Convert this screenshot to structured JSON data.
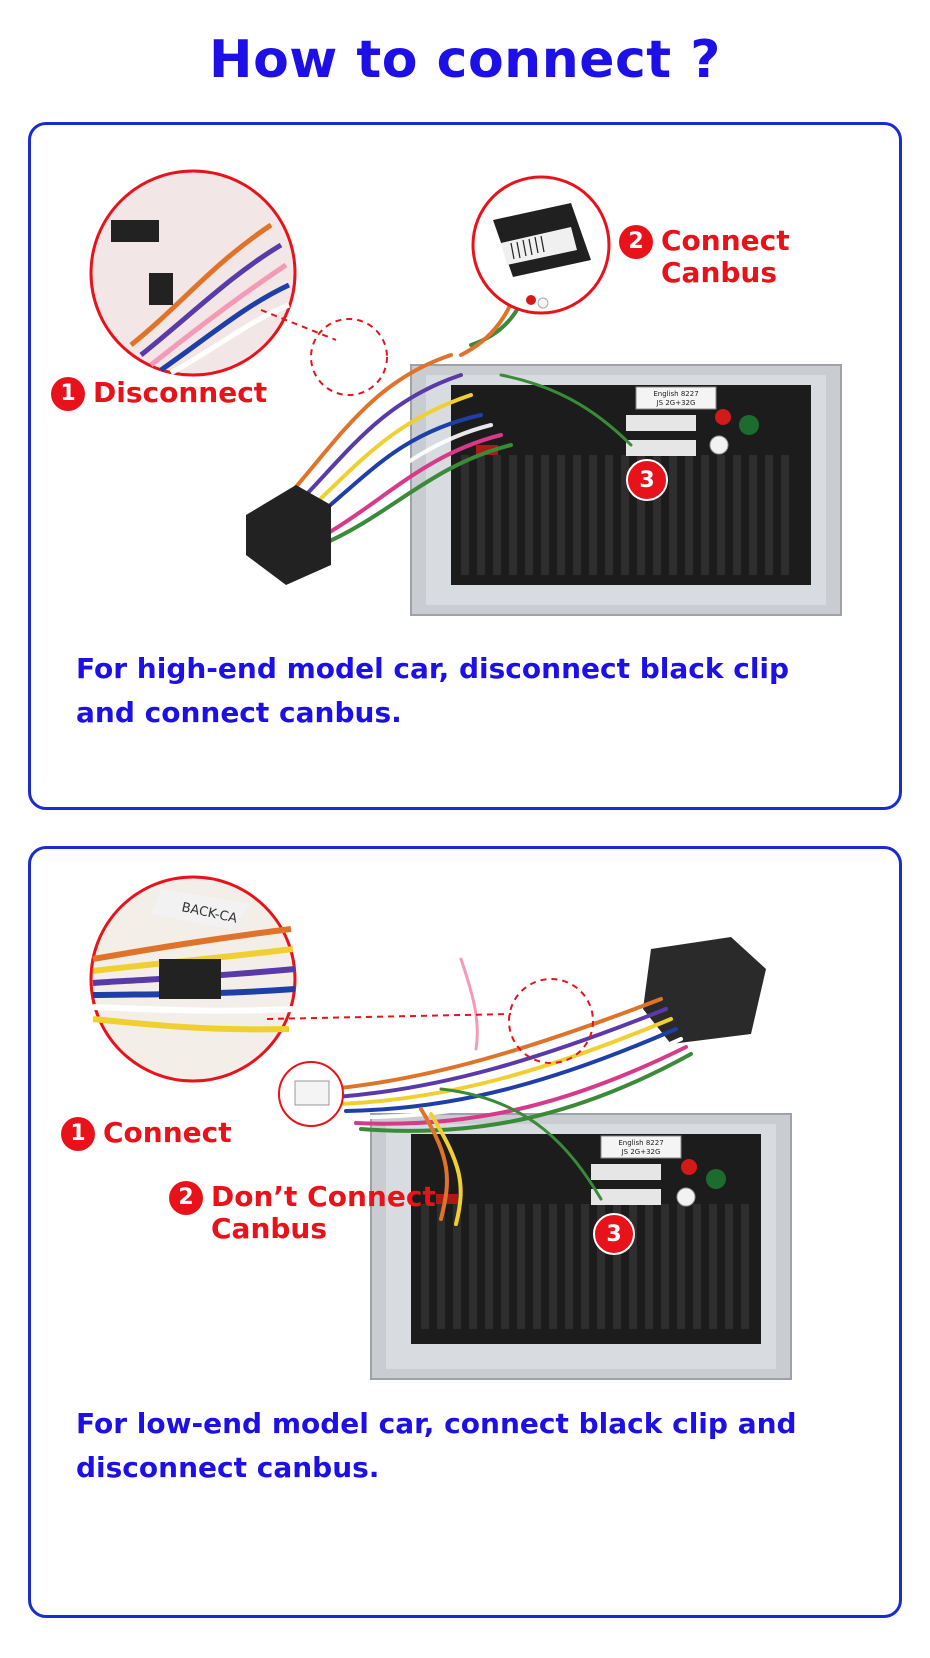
{
  "colors": {
    "title": "#1d10e6",
    "accent": "#e8121b",
    "border": "#1a2bd1",
    "unit_black": "#1c1c1c",
    "frame": "#c9ccd1"
  },
  "title": "How to connect ?",
  "section1": {
    "label1": {
      "num": "1",
      "text": "Disconnect"
    },
    "label2": {
      "num": "2",
      "line1": "Connect",
      "line2": "Canbus"
    },
    "badge3": "3",
    "sticker_line1": "English  8227",
    "sticker_line2": "JS 2G+32G",
    "description": "For high-end model car, disconnect black clip and connect canbus."
  },
  "section2": {
    "label1": {
      "num": "1",
      "text": "Connect"
    },
    "label2": {
      "num": "2",
      "line1": "Don’t Connect",
      "line2": "Canbus"
    },
    "badge3": "3",
    "tag_text": "BACK-CA",
    "sticker_line1": "English  8227",
    "sticker_line2": "JS 2G+32G",
    "description": "For low-end model car, connect black clip and disconnect canbus."
  },
  "icons": [
    "head-unit-image",
    "wiring-harness-image",
    "canbus-box-image",
    "connector-zoom-icon"
  ]
}
